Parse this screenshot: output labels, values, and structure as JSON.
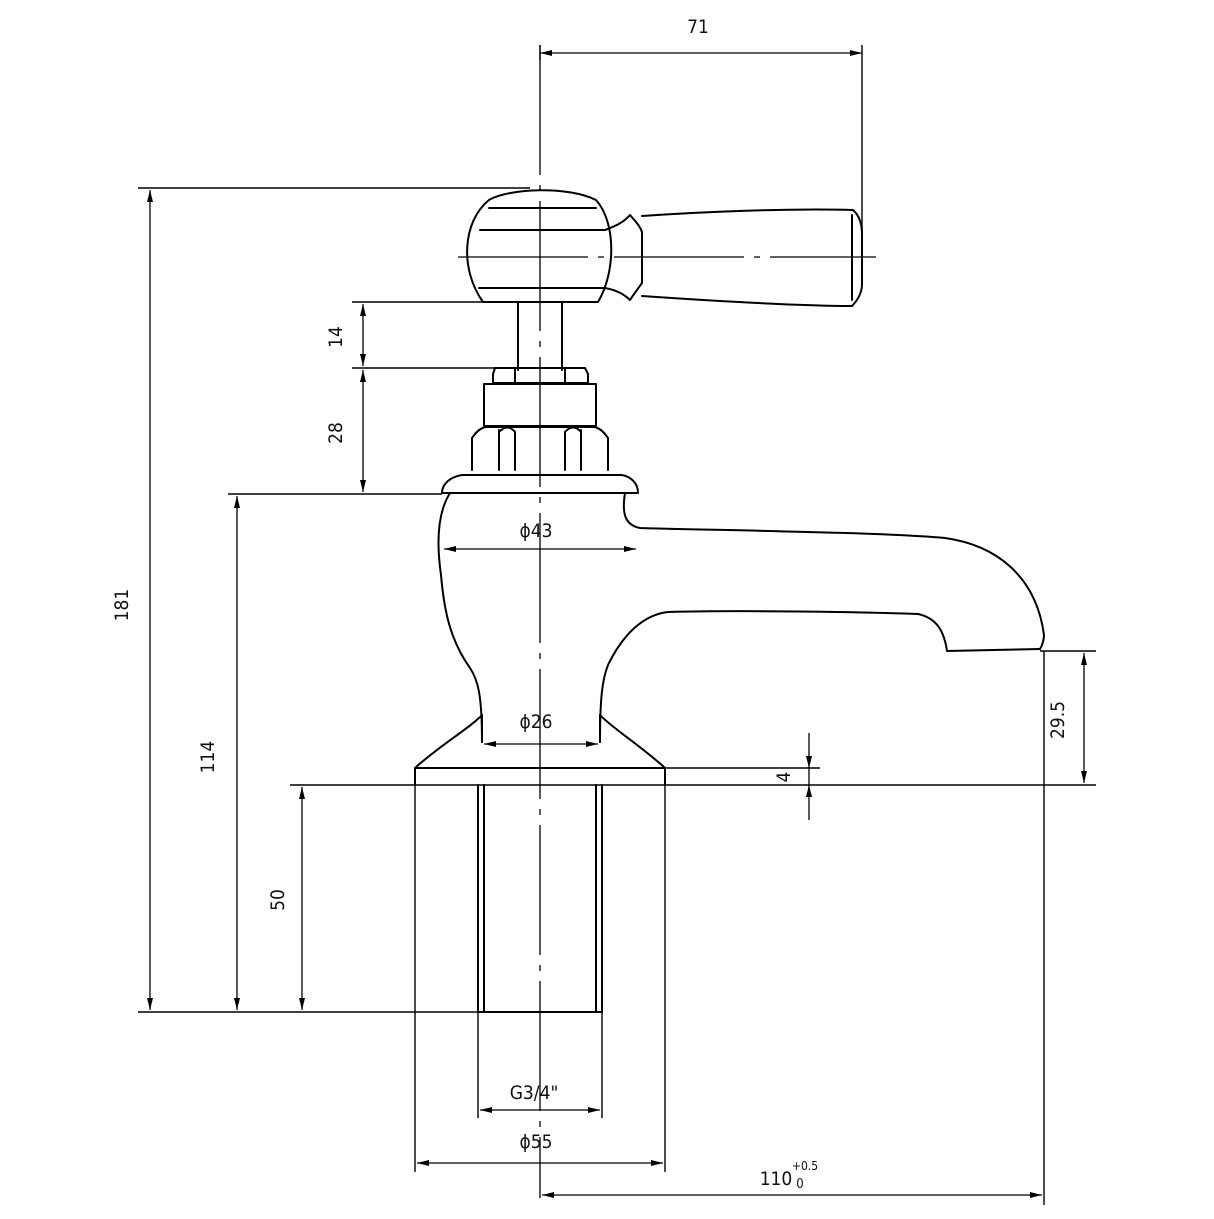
{
  "drawing": {
    "subject": "basin tap",
    "dimensions": {
      "handle_reach": "71",
      "overall_height": "181",
      "spindle_gap": "14",
      "headwork_height": "28",
      "body_height": "114",
      "shank_length": "50",
      "flange_thickness": "4",
      "spout_clearance": "29.5",
      "top_diameter": "ϕ43",
      "neck_diameter": "ϕ26",
      "base_diameter": "ϕ55",
      "thread": "G3/4\"",
      "spout_projection": "110",
      "spout_tol_upper": "+0.5",
      "spout_tol_lower": "0"
    }
  }
}
